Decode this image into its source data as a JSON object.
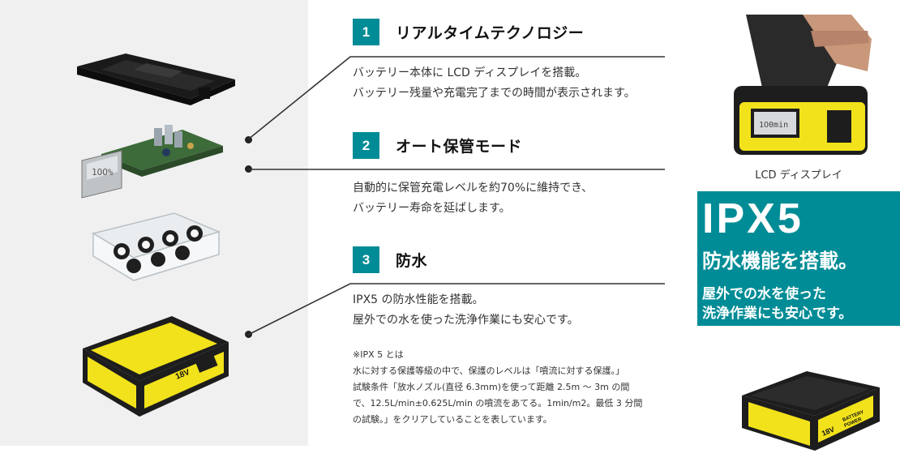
{
  "features": [
    {
      "number": "1",
      "title": "リアルタイムテクノロジー",
      "lines": [
        "バッテリー本体に LCD ディスプレイを搭載。",
        "バッテリー残量や充電完了までの時間が表示されます。"
      ]
    },
    {
      "number": "2",
      "title": "オート保管モード",
      "lines": [
        "自動的に保管充電レベルを約70%に維持でき、",
        "バッテリー寿命を延ばします。"
      ]
    },
    {
      "number": "3",
      "title": "防水",
      "lines": [
        "IPX5 の防水性能を搭載。",
        "屋外での水を使った洗浄作業にも安心です。"
      ]
    }
  ],
  "note": {
    "lines": [
      "※IPX 5 とは",
      "水に対する保護等級の中で、保護のレベルは「噴流に対する保護。」",
      "試験条件「放水ノズル(直径 6.3mm)を使って距離 2.5m ～ 3m の間",
      "で、12.5L/min±0.625L/min の噴流をあてる。1min/m2。最低 3 分間",
      "の試験。」をクリアしていることを表しています。"
    ]
  },
  "lcd_caption": "LCD ディスプレイ",
  "ipx": {
    "title": "IPX5",
    "subtitle": "防水機能を搭載。",
    "line1": "屋外での水を使った",
    "line2": "洗浄作業にも安心です。"
  },
  "battery_label": {
    "voltage": "18V",
    "brand_line1": "BATTERY",
    "brand_line2": "POWER"
  },
  "colors": {
    "accent": "#008c96",
    "yellow": "#f2e21b",
    "dark": "#1e1e1e"
  },
  "icons": [
    "battery-top-cover",
    "circuit-board-lcd",
    "cell-holder",
    "battery-shell",
    "drill-with-battery",
    "battery-pack"
  ]
}
